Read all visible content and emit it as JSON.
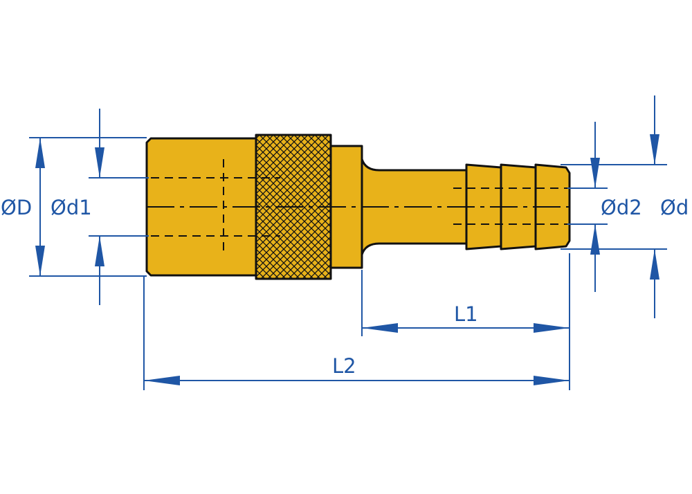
{
  "labels": {
    "outer_diameter": "ØD",
    "inner_diameter_1": "Ød1",
    "inner_diameter_2": "Ød2",
    "hose_diameter": "Ød",
    "length_1": "L1",
    "length_2": "L2"
  },
  "colors": {
    "dimension": "#1f56a5",
    "body": "#e8b21a",
    "outline": "#111111"
  }
}
